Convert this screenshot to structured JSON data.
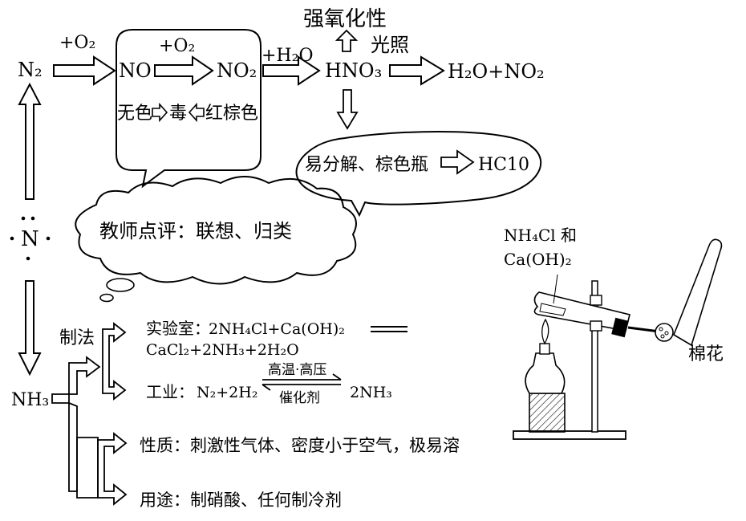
{
  "chain": {
    "n2": "N₂",
    "o2_a": "+O₂",
    "no": "NO",
    "o2_b": "+O₂",
    "no2": "NO₂",
    "h2o": "+H₂O",
    "hno3": "HNO₃",
    "light": "光照",
    "products": "H₂O+NO₂",
    "strong_oxidizing": "强氧化性"
  },
  "bubble_no": {
    "colorless": "无色",
    "toxic": "毒",
    "redbrown": "红棕色"
  },
  "bubble_hno3": {
    "decompose": "易分解、棕色瓶",
    "hc10": "HC10"
  },
  "cloud": {
    "text": "教师点评：联想、归类"
  },
  "nitrogen_atom": {
    "symbol": "N"
  },
  "ammonia": {
    "label": "NH₃",
    "preparation": "制法",
    "lab_prefix": "实验室：",
    "lab_eq_1": "2NH₄Cl+Ca(OH)₂",
    "lab_eq_2": "CaCl₂+2NH₃+2H₂O",
    "ind_prefix": "工业：",
    "ind_reactants": "N₂+2H₂",
    "ind_cond_top": "高温·高压",
    "ind_cond_bottom": "催化剂",
    "ind_product": "2NH₃",
    "properties": "性质：刺激性气体、密度小于空气，极易溶",
    "uses": "用途：制硝酸、任何制冷剂"
  },
  "apparatus": {
    "reagent_1": "NH₄Cl 和",
    "reagent_2": "Ca(OH)₂",
    "cotton": "棉花"
  }
}
